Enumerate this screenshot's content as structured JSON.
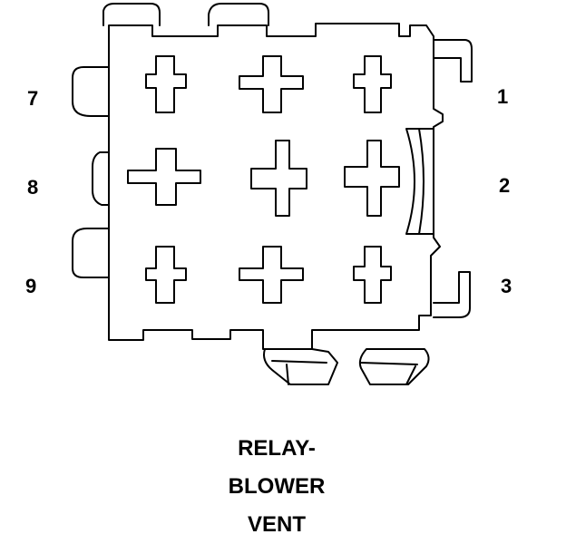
{
  "pins": {
    "left": [
      "7",
      "8",
      "9"
    ],
    "right": [
      "1",
      "2",
      "3"
    ]
  },
  "caption": {
    "line1": "RELAY-",
    "line2": "BLOWER",
    "line3": "VENT"
  },
  "colors": {
    "stroke": "#000000",
    "background": "#ffffff"
  }
}
